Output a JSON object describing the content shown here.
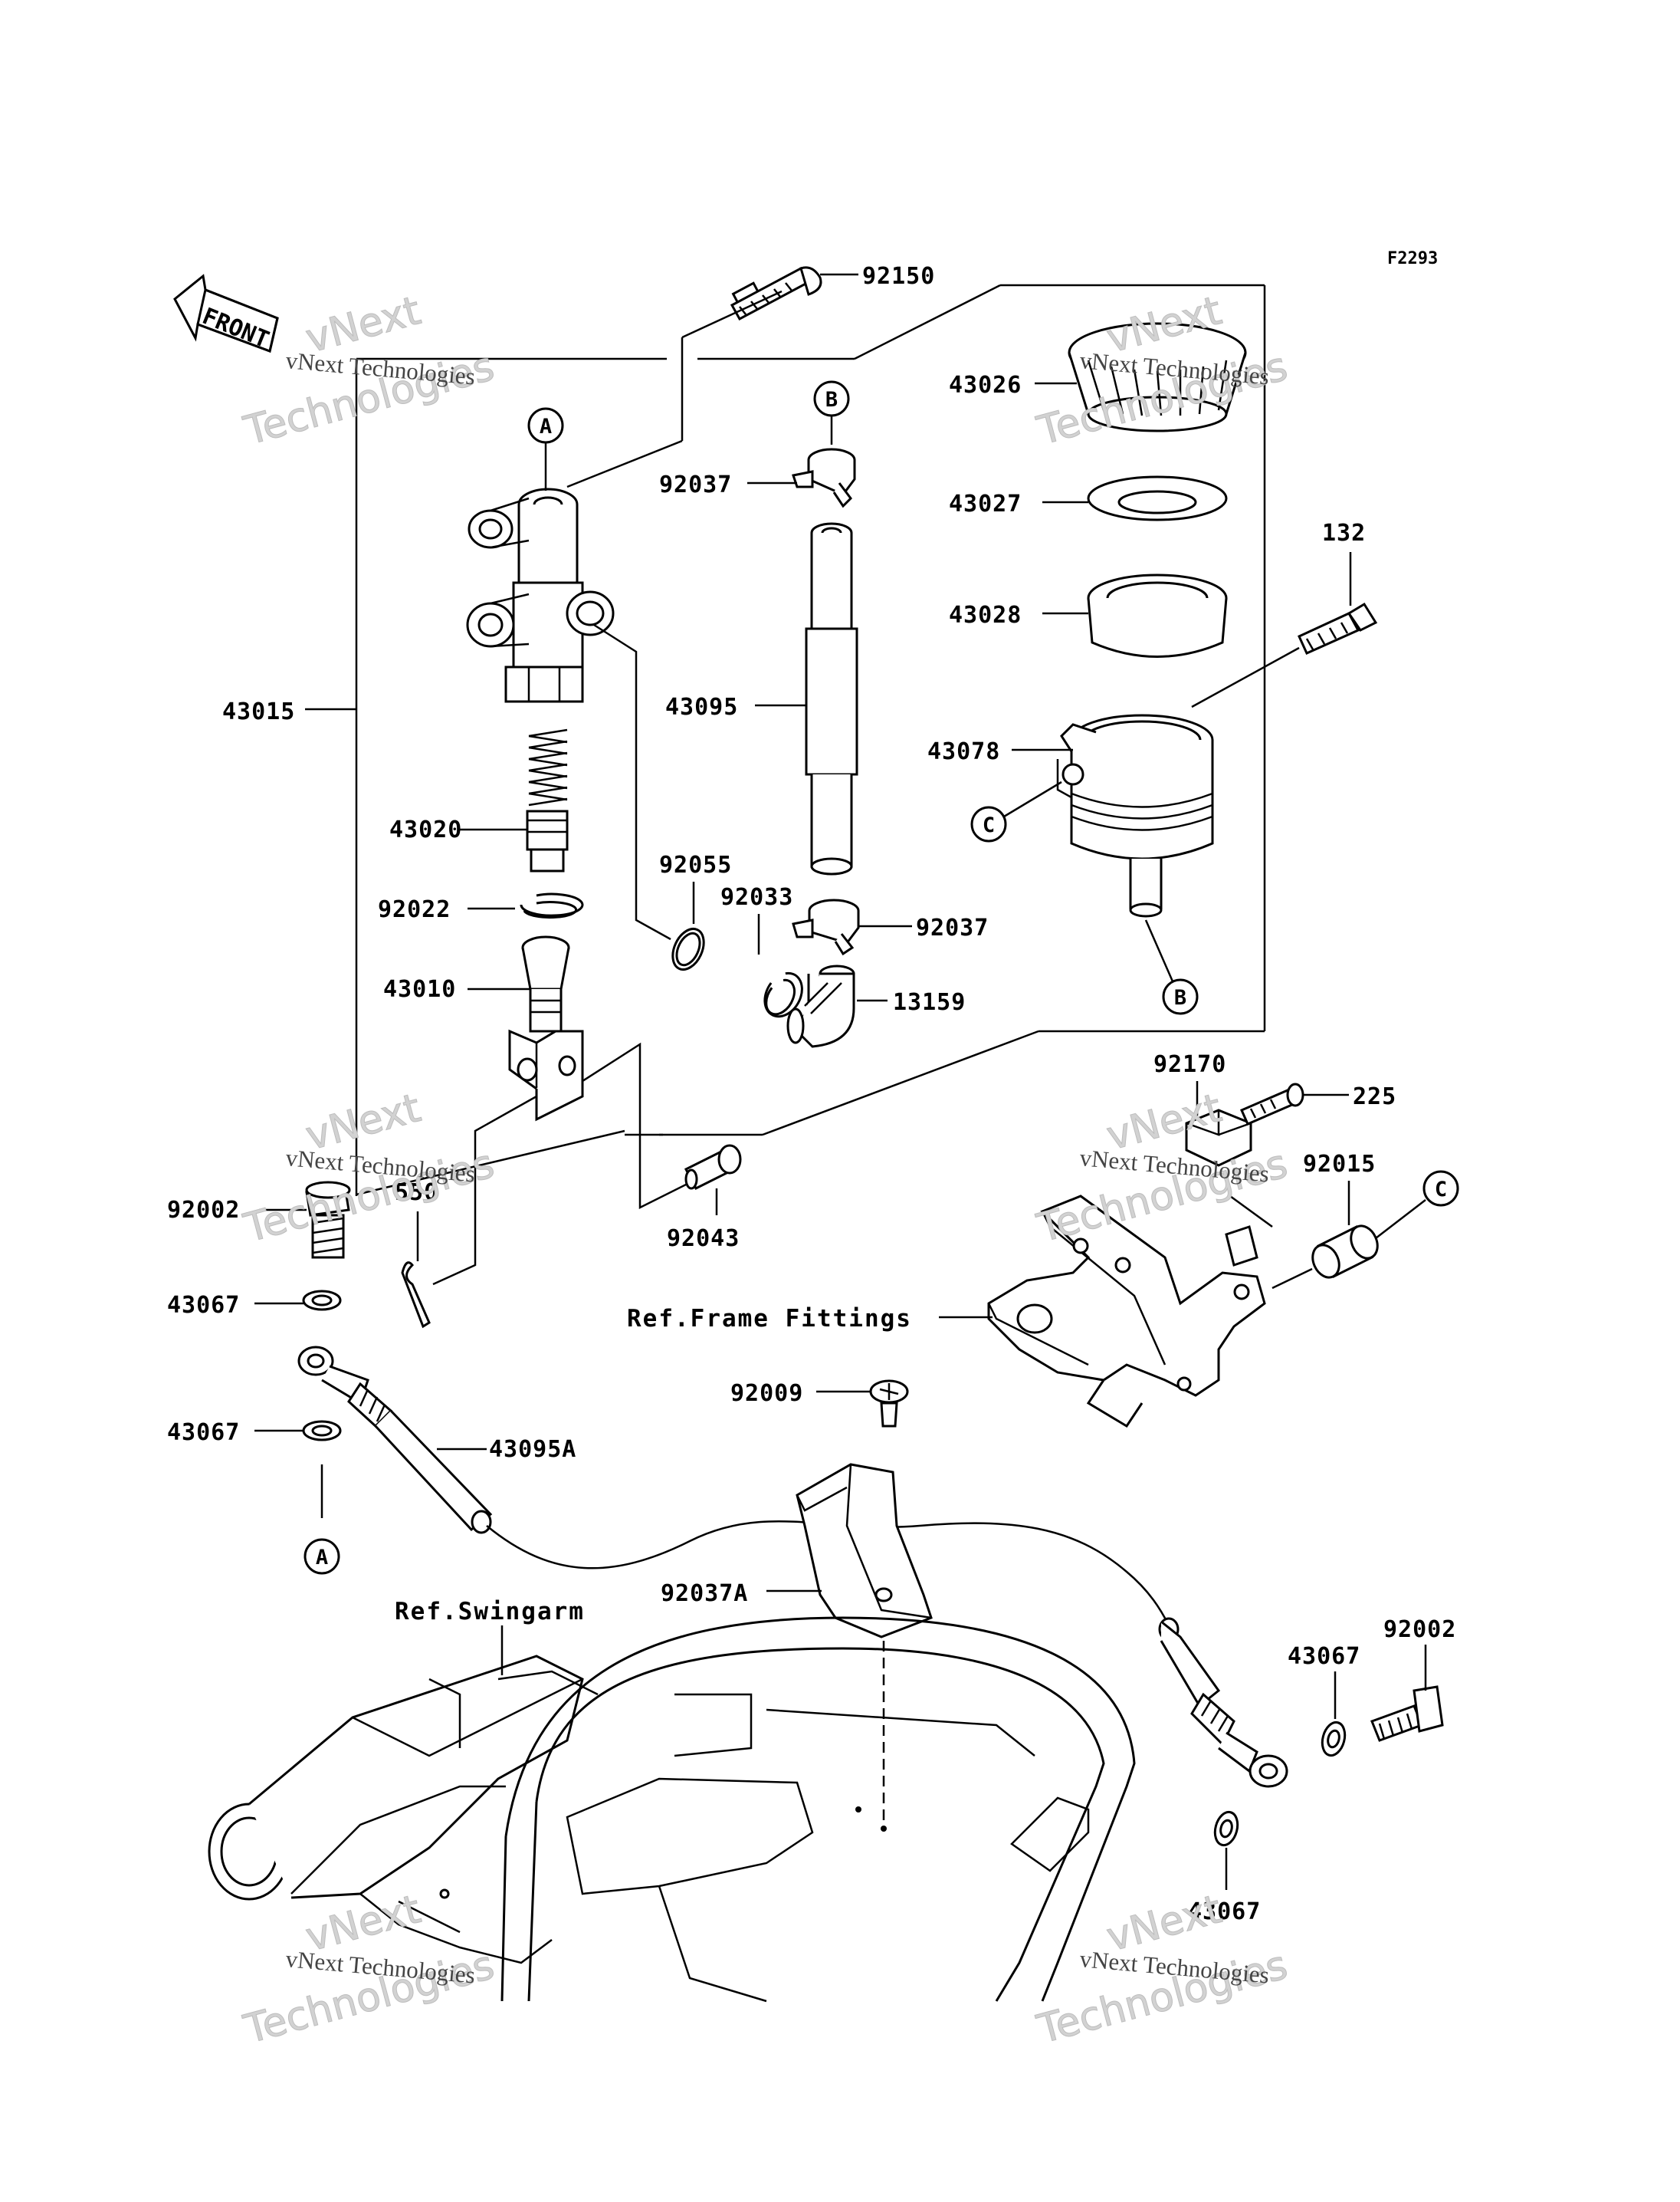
{
  "figure_code": "F2293",
  "front_arrow_label": "FRONT",
  "watermark": {
    "line1": "vNext Technologies",
    "line2": "vNext",
    "line3": "Technologies"
  },
  "part_labels": {
    "p92150": "92150",
    "p43026": "43026",
    "p92037_top": "92037",
    "p43027": "43027",
    "p43028": "43028",
    "p132": "132",
    "p43015": "43015",
    "p43095": "43095",
    "p43078": "43078",
    "p43020": "43020",
    "p92055": "92055",
    "p92033": "92033",
    "p92037_bot": "92037",
    "p92022": "92022",
    "p43010": "43010",
    "p13159": "13159",
    "p92170": "92170",
    "p225": "225",
    "p92015": "92015",
    "p92002_left": "92002",
    "p550": "550",
    "p92043": "92043",
    "p43067_a": "43067",
    "p43067_b": "43067",
    "p43095A": "43095A",
    "p92009": "92009",
    "p92037A": "92037A",
    "p92002_right": "92002",
    "p43067_c": "43067",
    "p43067_d": "43067"
  },
  "ref_labels": {
    "frame_fittings": "Ref.Frame Fittings",
    "swingarm": "Ref.Swingarm"
  },
  "callouts": {
    "a_top": "A",
    "b_top": "B",
    "c_left": "C",
    "b_bottom": "B",
    "c_right": "C",
    "a_bottom": "A"
  }
}
